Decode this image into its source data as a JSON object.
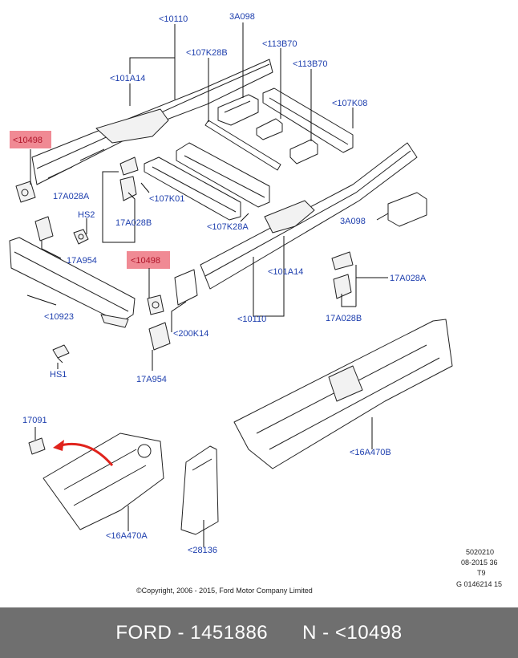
{
  "labels": {
    "p10110_top": "<10110",
    "p3A098_top": "3A098",
    "p107K28B": "<107K28B",
    "p113B70_a": "<113B70",
    "p113B70_b": "<113B70",
    "p101A14_top": "<101A14",
    "p107K08": "<107K08",
    "p10498_left": "<10498",
    "p17A028A_left": "17A028A",
    "p107K01": "<107K01",
    "p17A028B_left": "17A028B",
    "pHS2": "HS2",
    "p107K28A": "<107K28A",
    "p3A098_right": "3A098",
    "p17A954_top": "17A954",
    "p10498_mid": "<10498",
    "p101A14_mid": "<101A14",
    "p17A028A_right": "17A028A",
    "p10923": "<10923",
    "p10110_mid": "<10110",
    "p17A028B_right": "17A028B",
    "p200K14": "<200K14",
    "pHS1": "HS1",
    "p17A954_bottom": "17A954",
    "p17091": "17091",
    "p16A470B": "<16A470B",
    "p16A470A": "<16A470A",
    "p28136": "<28136"
  },
  "meta": {
    "line1": "5020210",
    "line2": "08-2015 36",
    "line3": "T9",
    "line4": "G 0146214 15",
    "copyright": "©Copyright, 2006 - 2015, Ford Motor Company Limited"
  },
  "highlight_color": "#f08a94",
  "label_color": "#1e3fae",
  "arrow_color": "#e0231c",
  "footer": {
    "brand": "FORD",
    "sep1": " - ",
    "part_number": "1451886",
    "gap": "      ",
    "n_prefix": "N - ",
    "reference": "<10498"
  }
}
